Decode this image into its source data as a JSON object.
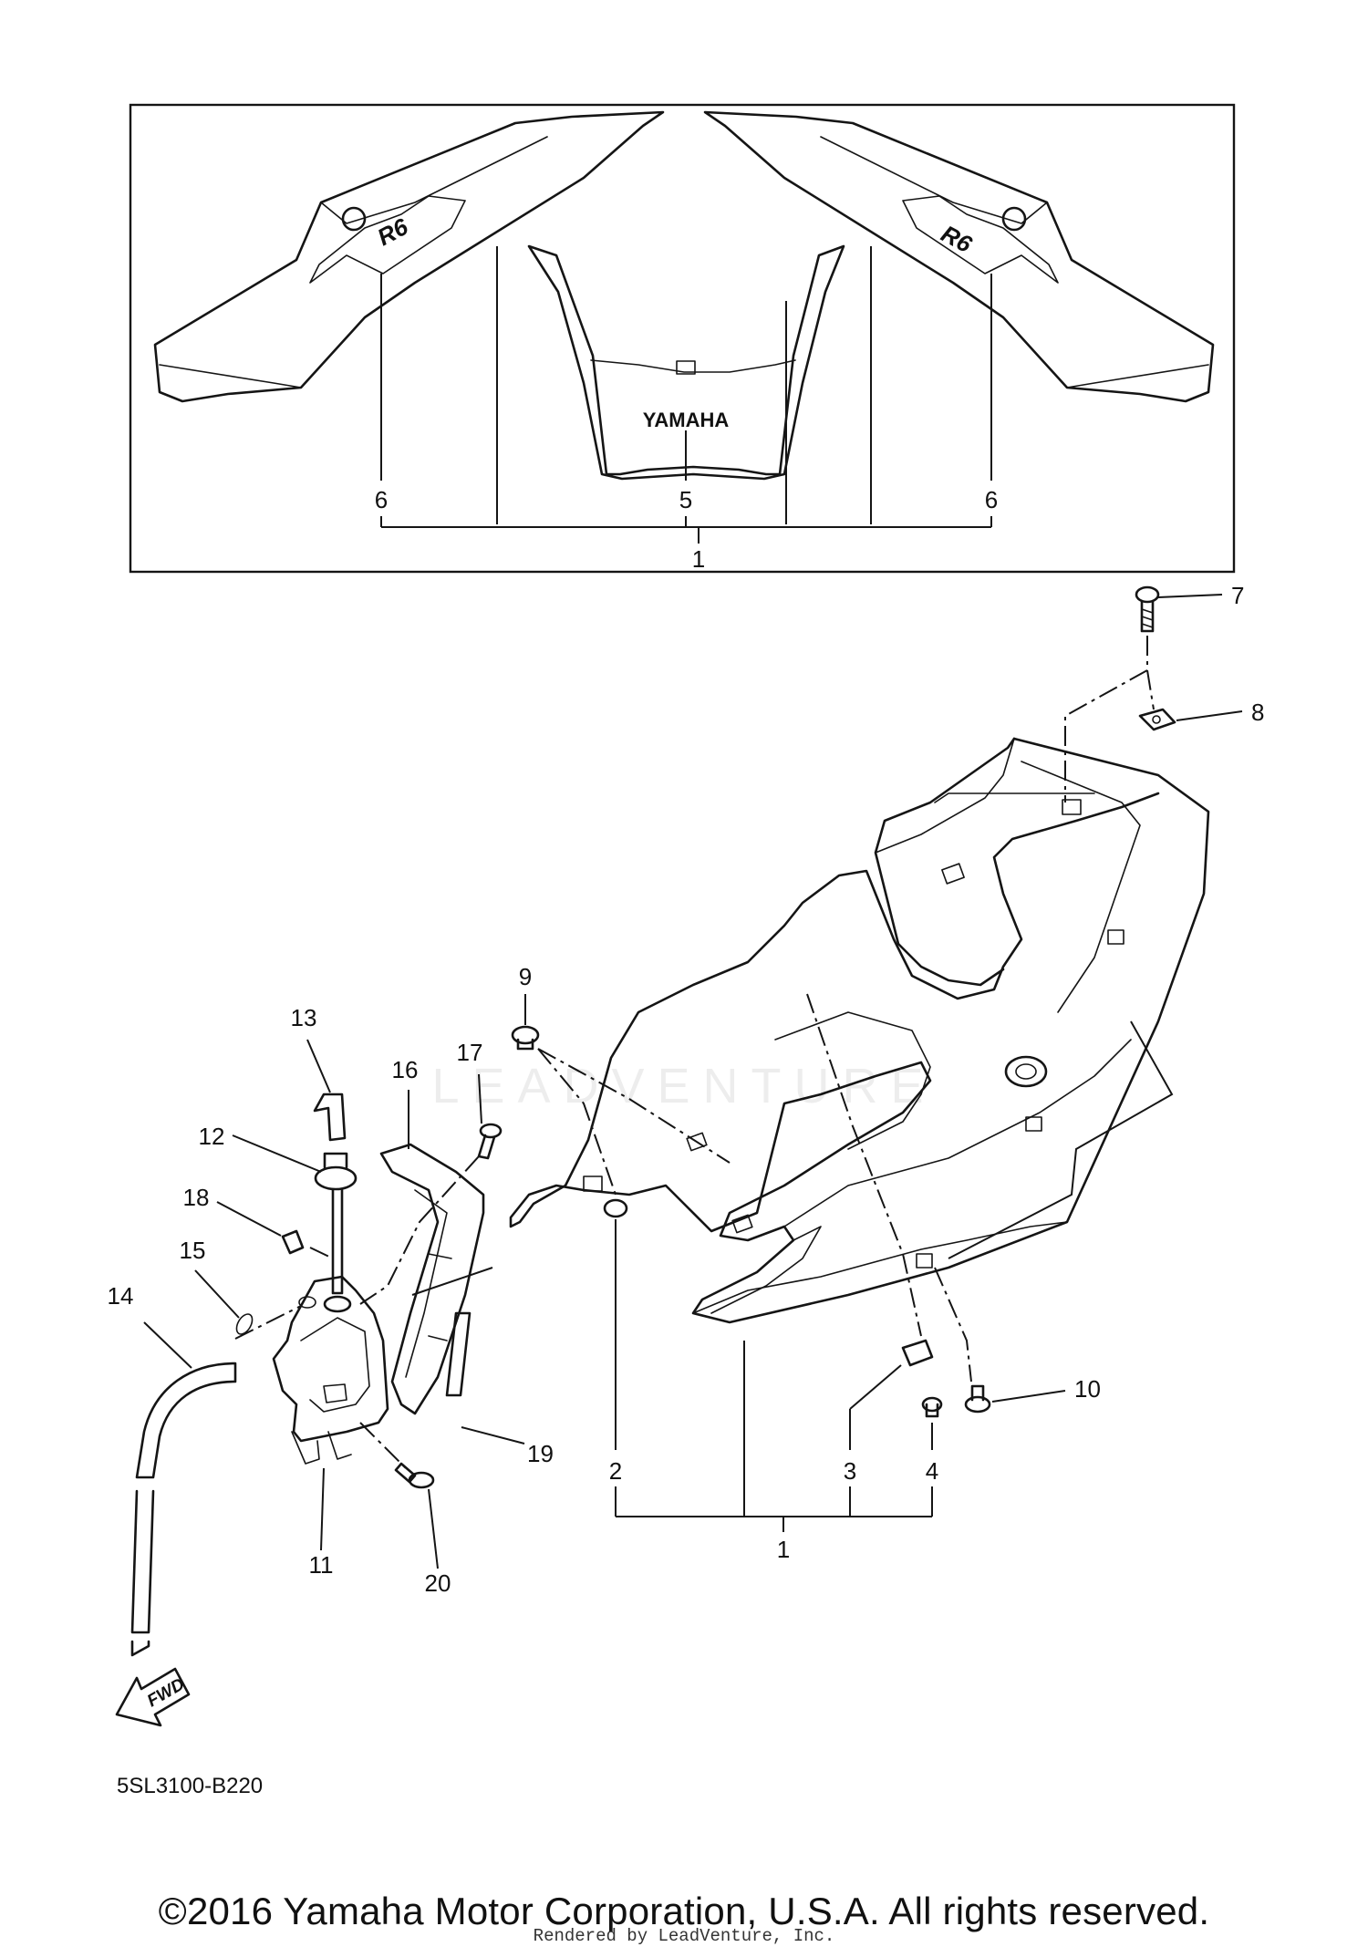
{
  "diagram": {
    "inset_decal": "YAMAHA",
    "tank_logo": "R6",
    "fwd_arrow": "FWD",
    "ref_code": "5SL3100-B220",
    "watermark": "LEADVENTURE",
    "callouts": [
      "1",
      "2",
      "3",
      "4",
      "5",
      "6",
      "7",
      "8",
      "9",
      "10",
      "11",
      "12",
      "13",
      "14",
      "15",
      "16",
      "17",
      "18",
      "19",
      "20"
    ],
    "inset_labels": {
      "left_decal": "6",
      "center_decal": "5",
      "right_decal": "6",
      "assembly": "1"
    }
  },
  "footer": {
    "copyright": "©2016 Yamaha Motor Corporation, U.S.A. All rights reserved.",
    "rendered_by": "Rendered by LeadVenture, Inc."
  },
  "colors": {
    "line": "#151515",
    "background": "#ffffff"
  }
}
